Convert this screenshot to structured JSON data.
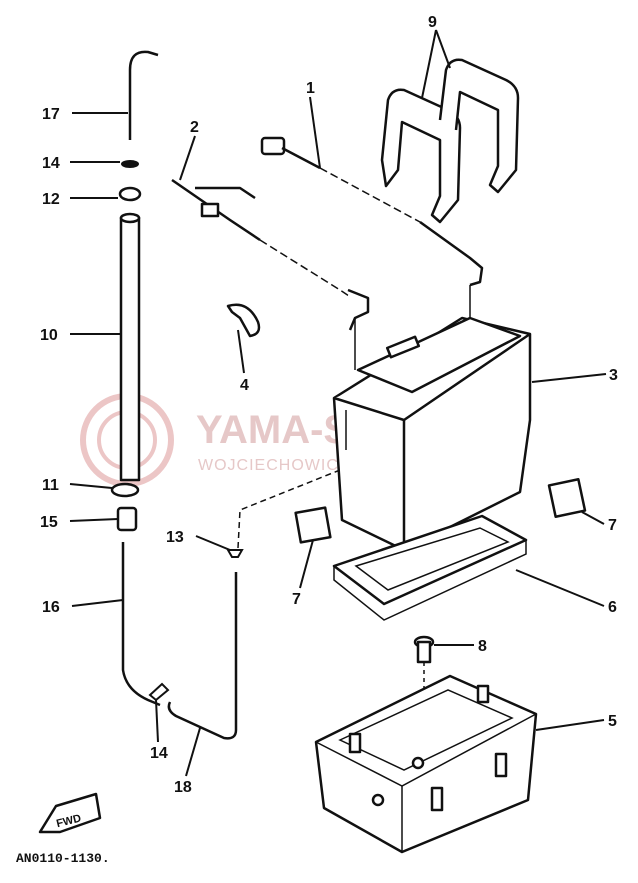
{
  "watermark": {
    "brand": "YAMA-SKLEP.PL",
    "tagline": "WOJCIECHOWICZ | DEALER YAMAHA"
  },
  "diagram_ref": "AN0110-1130.",
  "front_marker": "FWD",
  "callouts": {
    "c1": "1",
    "c2": "2",
    "c3": "3",
    "c4": "4",
    "c5": "5",
    "c6": "6",
    "c7a": "7",
    "c7b": "7",
    "c8": "8",
    "c9": "9",
    "c10": "10",
    "c11": "11",
    "c12": "12",
    "c13": "13",
    "c14a": "14",
    "c14b": "14",
    "c15": "15",
    "c16": "16",
    "c17": "17",
    "c18": "18"
  }
}
